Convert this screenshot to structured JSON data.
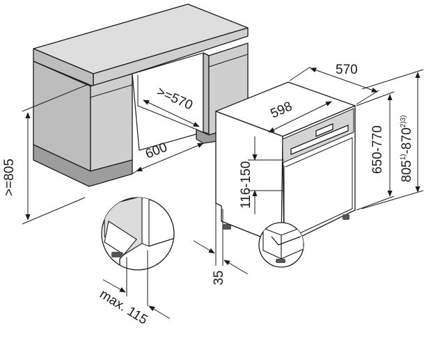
{
  "dimensions": {
    "cabinet_height": ">=805",
    "cabinet_depth": "600",
    "recess_depth": ">=570",
    "appliance_depth": "570",
    "appliance_width": "598",
    "panel_height": "116-150",
    "body_height": "650-770",
    "niche_height_base": "805",
    "niche_height_sup1": "1)",
    "niche_height_mid": "-870",
    "niche_height_sup2": "2)3)",
    "plinth_depth": "35",
    "plinth_offset": "max. 115"
  },
  "colors": {
    "ink": "#1a1a1a",
    "cabinet_side": "#bdbdbd",
    "cabinet_front": "#cfcfcf",
    "cabinet_top": "#dedede"
  },
  "icons": {
    "detail_magnifier": "circle-detail-icon",
    "arrowhead": "arrowhead-icon"
  }
}
